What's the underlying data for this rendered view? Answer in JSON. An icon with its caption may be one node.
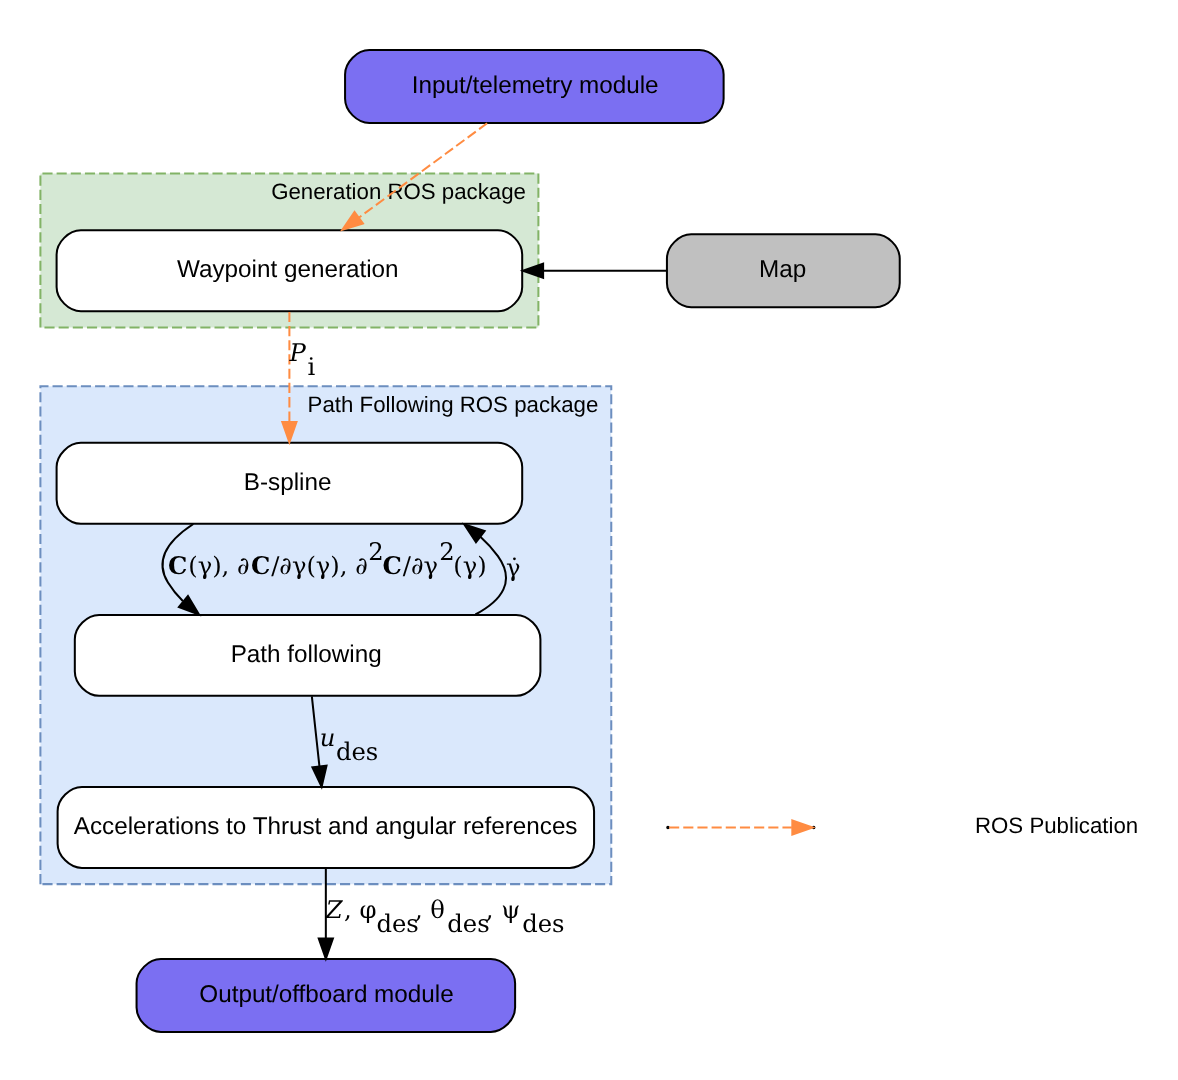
{
  "diagram": {
    "nodes": [
      {
        "text": [
          "Input/telemetry module"
        ]
      },
      {
        "text": [
          "Generation ROS package"
        ]
      },
      {
        "text": [
          "Waypoint generation"
        ],
        "in": 1
      },
      {
        "text": [
          "Map"
        ]
      },
      {
        "text": [
          "Path Following ROS package"
        ]
      },
      {
        "text": [
          "B-spline"
        ],
        "in": 4
      },
      {
        "text": [
          "Path following"
        ],
        "in": 4
      },
      {
        "text": [
          "Accelerations to Thrust and angular references"
        ],
        "in": 4
      },
      {
        "text": [
          "Output/offboard module"
        ]
      }
    ],
    "edges": [
      {
        "from": 0,
        "to": 2,
        "arrow": "to",
        "style": "dashed",
        "color": "#ff8c42"
      },
      {
        "from": 3,
        "to": 2,
        "arrow": "to"
      },
      {
        "from": 2,
        "to": 5,
        "arrow": "to",
        "style": "dashed",
        "color": "#ff8c42",
        "label": "*P*$_{i}$"
      },
      {
        "from": 5,
        "to": 6,
        "arrow": "to",
        "label": "**C**(γ), ∂**C**/∂γ(γ), ∂$^{2}$**C**/∂γ$^{2}$(γ)"
      },
      {
        "from": 6,
        "to": 5,
        "arrow": "to",
        "label": "γ̇"
      },
      {
        "from": 6,
        "to": 7,
        "arrow": "to",
        "label": "*u*$_{des}$"
      },
      {
        "from": 7,
        "to": 8,
        "arrow": "to",
        "label": "*Z*, φ$_{des}$, θ$_{des}$, ψ$_{des}$"
      }
    ],
    "legend": [
      {
        "text": "ROS Publication"
      }
    ]
  }
}
